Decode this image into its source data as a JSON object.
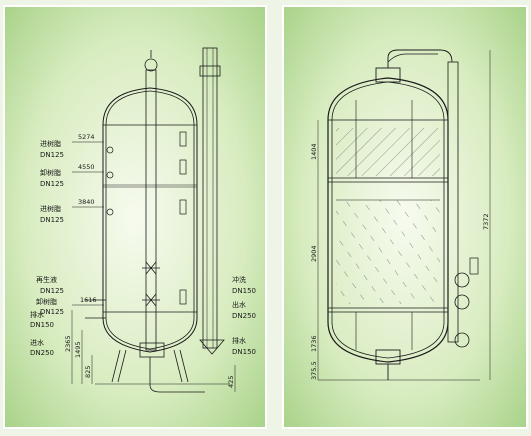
{
  "left_drawing": {
    "annotations": [
      {
        "key": "resin_in",
        "text": "进树脂"
      },
      {
        "key": "resin_in_dn",
        "text": "DN125"
      },
      {
        "key": "resin_out",
        "text": "卸树脂"
      },
      {
        "key": "resin_out_dn",
        "text": "DN125"
      },
      {
        "key": "resin_in2",
        "text": "进树脂"
      },
      {
        "key": "resin_in2_dn",
        "text": "DN125"
      },
      {
        "key": "regen",
        "text": "再生液"
      },
      {
        "key": "regen_dn",
        "text": "DN125"
      },
      {
        "key": "resin_out2",
        "text": "卸树脂"
      },
      {
        "key": "resin_out2_dn",
        "text": "DN125"
      },
      {
        "key": "drain",
        "text": "排水"
      },
      {
        "key": "drain_dn",
        "text": "DN150"
      },
      {
        "key": "water_in",
        "text": "进水"
      },
      {
        "key": "water_in_dn",
        "text": "DN250"
      },
      {
        "key": "flush",
        "text": "冲洗"
      },
      {
        "key": "flush_dn",
        "text": "DN150"
      },
      {
        "key": "water_out",
        "text": "出水"
      },
      {
        "key": "water_out_dn",
        "text": "DN250"
      },
      {
        "key": "drain2",
        "text": "排水"
      },
      {
        "key": "drain2_dn",
        "text": "DN150"
      }
    ],
    "elevations": [
      "5274",
      "4550",
      "3840",
      "1616"
    ],
    "vertical_dims": [
      "2365",
      "1495",
      "825",
      "425"
    ]
  },
  "right_drawing": {
    "vertical_dims": [
      "1404",
      "2904",
      "1736",
      "375.5",
      "7372"
    ]
  },
  "colors": {
    "background": "#eef4e6",
    "panel": "#cfe7b2",
    "line": "#1a1a1a",
    "frame": "#ffffff"
  }
}
